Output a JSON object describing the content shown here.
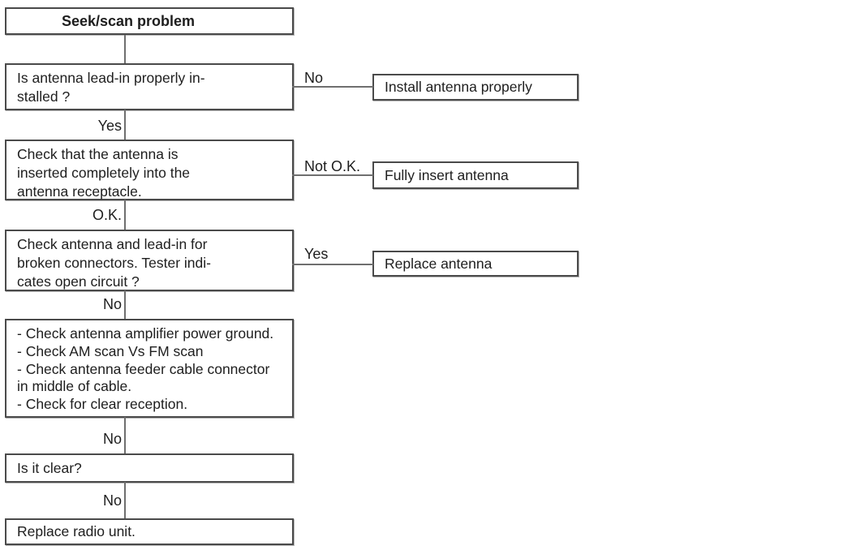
{
  "diagram": {
    "title": "Seek/scan problem",
    "steps": {
      "q1": {
        "text": "Is antenna lead-in properly in-\nstalled ?",
        "branch_label": "No",
        "branch_action": "Install antenna properly",
        "down_label": "Yes"
      },
      "q2": {
        "text": "Check that the antenna is\ninserted completely into the\nantenna receptacle.",
        "branch_label": "Not O.K.",
        "branch_action": "Fully insert antenna",
        "down_label": "O.K."
      },
      "q3": {
        "text": "Check antenna and lead-in for\nbroken connectors. Tester indi-\ncates open circuit ?",
        "branch_label": "Yes",
        "branch_action": "Replace antenna",
        "down_label": "No"
      },
      "checklist": {
        "text": "- Check antenna amplifier power ground.\n- Check AM scan Vs FM scan\n- Check antenna feeder cable connector\n  in middle of cable.\n- Check for clear reception.",
        "down_label": "No"
      },
      "q4": {
        "text": "Is it clear?",
        "down_label": "No"
      },
      "end": {
        "text": "Replace radio unit."
      }
    },
    "colors": {
      "border": "#4a4a4a",
      "connector": "#6f6f6f",
      "text": "#1e1e1e",
      "background": "#ffffff"
    }
  }
}
